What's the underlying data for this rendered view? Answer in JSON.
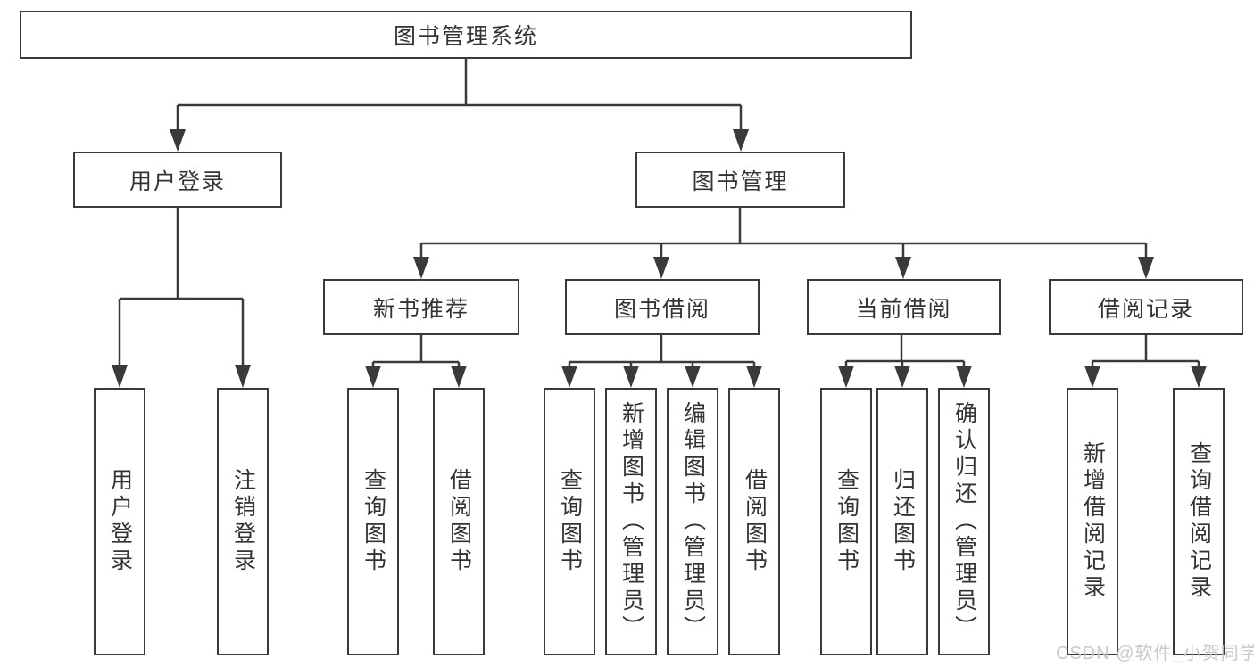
{
  "diagram": {
    "root": "图书管理系统",
    "level2": {
      "user_login": "用户登录",
      "book_mgmt": "图书管理"
    },
    "level3": {
      "new_books": "新书推荐",
      "borrow": "图书借阅",
      "current": "当前借阅",
      "records": "借阅记录"
    },
    "leaves": {
      "login": [
        "用户登录",
        "注销登录"
      ],
      "new_books": [
        "查询图书",
        "借阅图书"
      ],
      "borrow": [
        "查询图书",
        "新增图书（管理员）",
        "编辑图书（管理员）",
        "借阅图书"
      ],
      "current": [
        "查询图书",
        "归还图书",
        "确认归还（管理员）"
      ],
      "records": [
        "新增借阅记录",
        "查询借阅记录"
      ]
    }
  },
  "watermark": "CSDN @软件_小贺同学",
  "colors": {
    "line": "#3a3a3a",
    "text": "#333333",
    "box_bg": "#ffffff",
    "watermark": "#c6c6c6"
  }
}
